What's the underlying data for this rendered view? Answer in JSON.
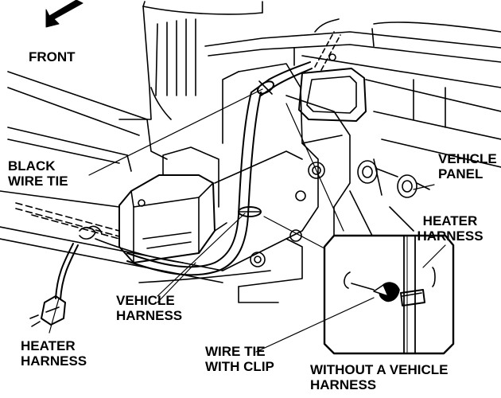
{
  "labels": {
    "front": "FRONT",
    "black_wire_tie": [
      "BLACK",
      "WIRE TIE"
    ],
    "vehicle_panel": [
      "VEHICLE",
      "PANEL"
    ],
    "heater_harness_detail": [
      "HEATER",
      "HARNESS"
    ],
    "vehicle_harness": [
      "VEHICLE",
      "HARNESS"
    ],
    "heater_harness_plug": [
      "HEATER",
      "HARNESS"
    ],
    "wire_tie_with_clip": [
      "WIRE TIE",
      "WITH CLIP"
    ],
    "without_vehicle_harness": [
      "WITHOUT A VEHICLE",
      "HARNESS"
    ]
  },
  "icons": {
    "direction_arrow": "front-direction-arrow-icon"
  }
}
